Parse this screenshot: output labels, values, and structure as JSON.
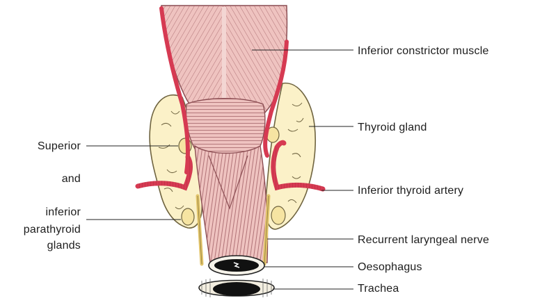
{
  "labels": {
    "inferior_constrictor": "Inferior constrictor muscle",
    "thyroid_gland": "Thyroid gland",
    "inferior_thyroid_artery": "Inferior thyroid artery",
    "recurrent_laryngeal_nerve": "Recurrent laryngeal nerve",
    "oesophagus": "Oesophagus",
    "trachea": "Trachea",
    "superior": "Superior",
    "and": "and",
    "inferior": "inferior",
    "parathyroid": "parathyroid",
    "glands": "glands"
  },
  "colors": {
    "muscle": "#efc3c0",
    "muscle_stroke": "#8a4d52",
    "muscle_fiber": "#9c5a60",
    "artery": "#d63a52",
    "artery_dark": "#8e1f32",
    "gland": "#fbf1c8",
    "gland_stroke": "#6f6440",
    "parathyroid": "#f6e4a2",
    "nerve": "#e2c46a",
    "leader": "#222222"
  }
}
